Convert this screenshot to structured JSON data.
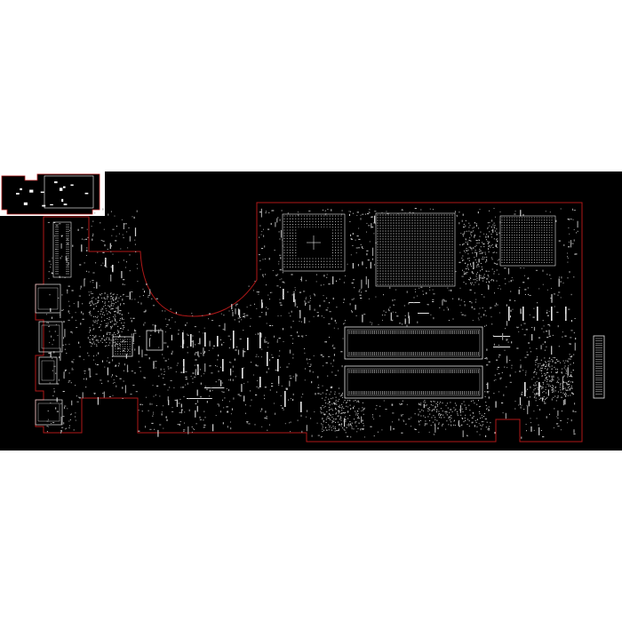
{
  "viewer": {
    "background_color": "#000000",
    "page_color": "#ffffff",
    "outline_color": "#b01818",
    "silkscreen_color": "#e6e6e6",
    "pad_color": "#cfcfcf"
  },
  "board": {
    "outline": "board-outline",
    "components": [
      "bga-cpu",
      "bga-pch",
      "bga-gpu",
      "dimm-slot-1",
      "dimm-slot-2",
      "ic-left",
      "ic-center",
      "connector-right",
      "io-ports-left",
      "connector-top-left"
    ]
  }
}
